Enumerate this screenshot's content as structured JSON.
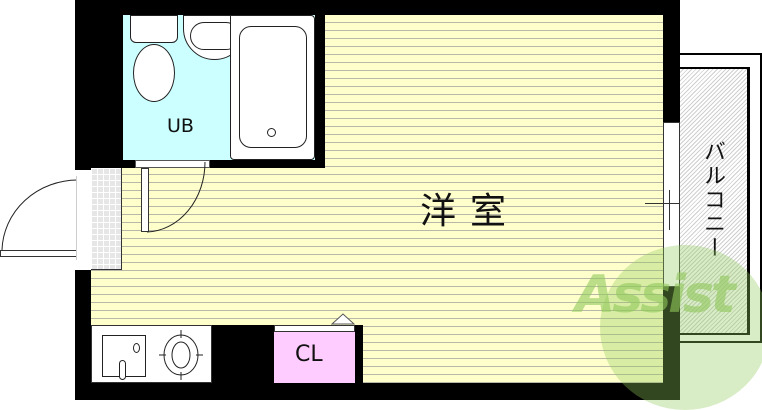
{
  "floorplan": {
    "rooms": {
      "main_room": {
        "label": "洋室",
        "color": "#ffffcc"
      },
      "unit_bath": {
        "label": "UB",
        "color": "#ccffff"
      },
      "closet": {
        "label": "CL",
        "color": "#ffccff"
      },
      "balcony": {
        "label": "バルコニー",
        "color": "#e8e8e8"
      }
    },
    "watermark": {
      "text": "Assist",
      "color": "#8fc85a"
    }
  }
}
